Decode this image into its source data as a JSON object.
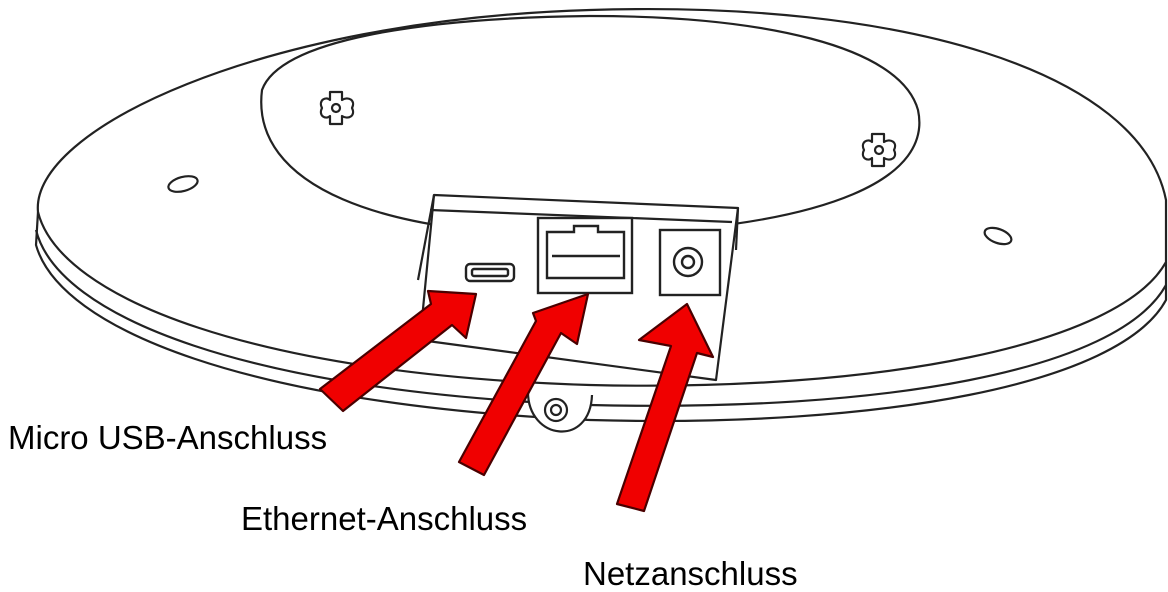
{
  "labels": {
    "micro_usb": "Micro USB-Anschluss",
    "ethernet": "Ethernet-Anschluss",
    "power": "Netzanschluss"
  },
  "colors": {
    "arrow_fill": "#f00000",
    "arrow_outline": "#4a0000",
    "line_art": "#222222",
    "background": "#ffffff"
  },
  "icons": {
    "device": "ceiling-access-point-underside",
    "ports": [
      "micro-usb-port",
      "ethernet-port",
      "dc-power-jack"
    ]
  }
}
